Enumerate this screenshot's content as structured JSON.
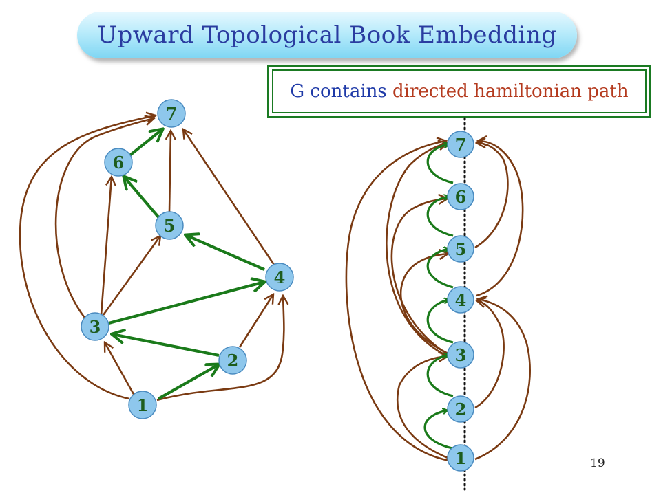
{
  "title": "Upward Topological Book Embedding",
  "callout": {
    "part1": "G contains",
    "part2": "directed hamiltonian path"
  },
  "page_number": "19",
  "colors": {
    "green_edge": "#1a7a1a",
    "brown_edge": "#7a3a12",
    "node_fill": "#8ec7ec",
    "node_stroke": "#4a8bc0",
    "node_text": "#1d5c1d"
  },
  "left_graph": {
    "nodes": [
      {
        "id": "n1",
        "label": "1"
      },
      {
        "id": "n2",
        "label": "2"
      },
      {
        "id": "n3",
        "label": "3"
      },
      {
        "id": "n4",
        "label": "4"
      },
      {
        "id": "n5",
        "label": "5"
      },
      {
        "id": "n6",
        "label": "6"
      },
      {
        "id": "n7",
        "label": "7"
      }
    ]
  },
  "right_graph": {
    "nodes": [
      {
        "id": "r1",
        "label": "1"
      },
      {
        "id": "r2",
        "label": "2"
      },
      {
        "id": "r3",
        "label": "3"
      },
      {
        "id": "r4",
        "label": "4"
      },
      {
        "id": "r5",
        "label": "5"
      },
      {
        "id": "r6",
        "label": "6"
      },
      {
        "id": "r7",
        "label": "7"
      }
    ]
  }
}
